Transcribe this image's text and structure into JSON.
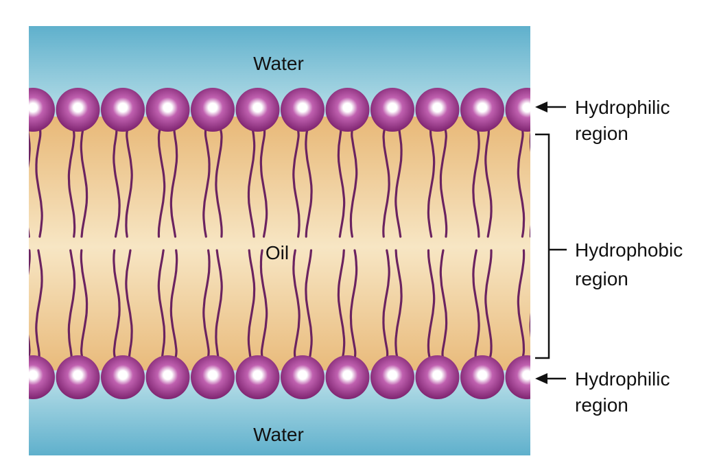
{
  "diagram": {
    "top_water_label": "Water",
    "bottom_water_label": "Water",
    "oil_label": "Oil",
    "callouts": [
      {
        "line1": "Hydrophilic",
        "line2": "region"
      },
      {
        "line1": "Hydrophobic",
        "line2": "region"
      },
      {
        "line1": "Hydrophilic",
        "line2": "region"
      }
    ],
    "colors": {
      "water_edge": "#5fb0cc",
      "water_mid": "#bfe2ea",
      "oil_edge": "#e8b877",
      "oil_mid": "#f7e6c4",
      "head_outer": "#8a2a78",
      "head_mid": "#c061b0",
      "head_highlight": "#ffffff",
      "tail": "#6b2360",
      "ink": "#111111"
    },
    "icons": [
      "arrow-left-icon",
      "bracket-icon"
    ]
  }
}
